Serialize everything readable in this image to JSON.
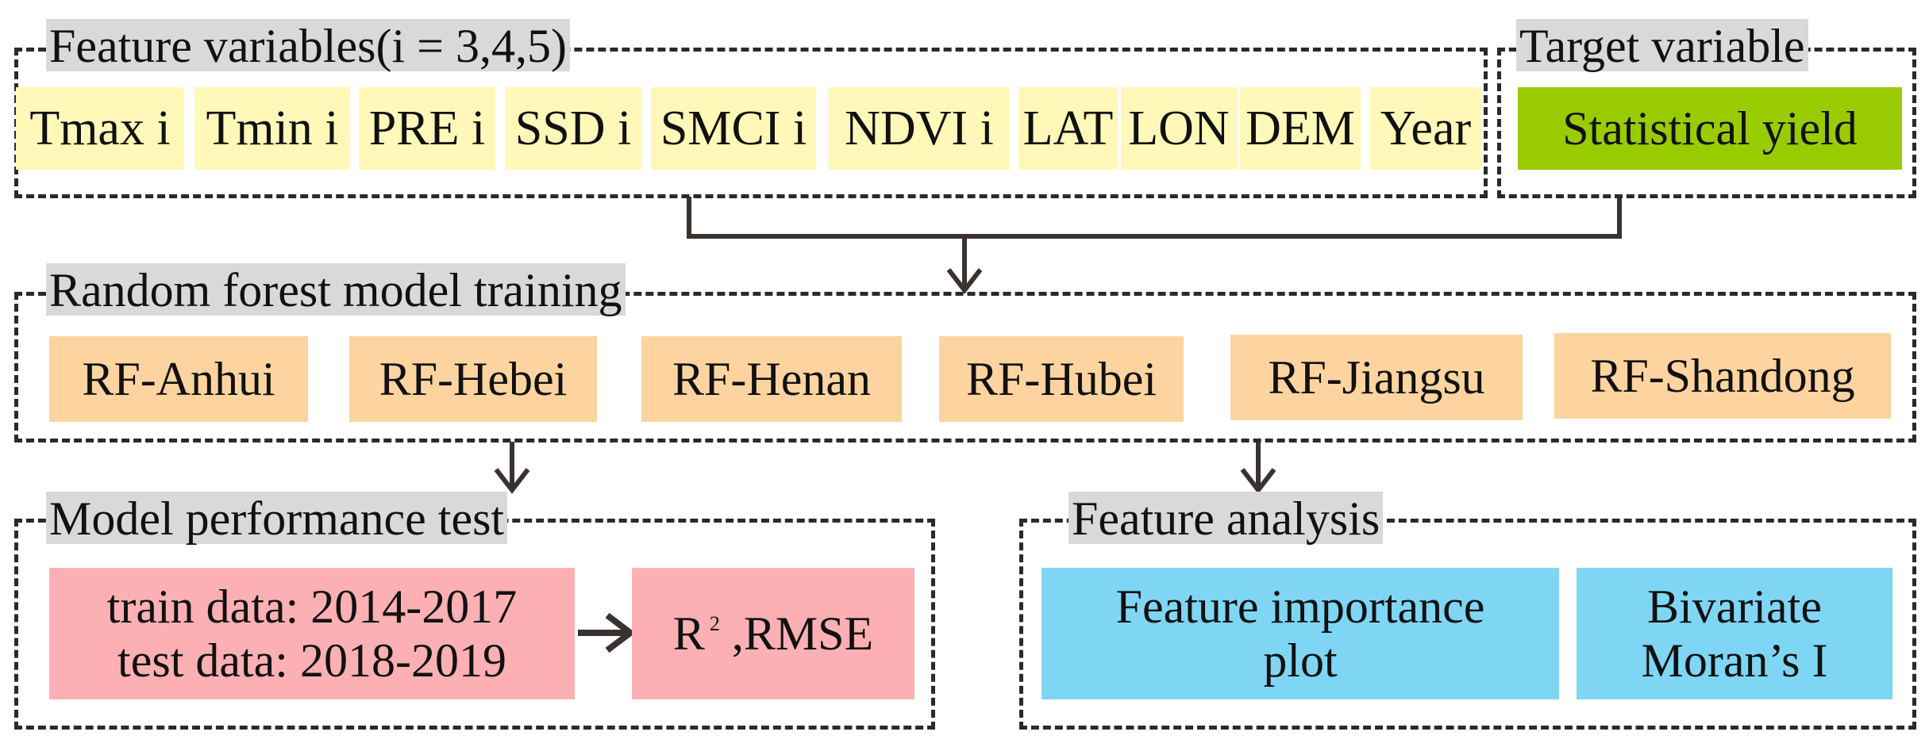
{
  "sections": {
    "features": {
      "title": "Feature variables(i = 3,4,5)",
      "items": [
        "Tmax i",
        "Tmin i",
        "PRE i",
        "SSD i",
        "SMCI i",
        "NDVI i",
        "LAT",
        "LON",
        "DEM",
        "Year"
      ]
    },
    "target": {
      "title": "Target variable",
      "item": "Statistical yield"
    },
    "training": {
      "title": "Random forest model training",
      "items": [
        "RF-Anhui",
        "RF-Hebei",
        "RF-Henan",
        "RF-Hubei",
        "RF-Jiangsu",
        "RF-Shandong"
      ]
    },
    "performance": {
      "title": "Model performance test",
      "data_line1": "train data: 2014-2017",
      "data_line2": "test data: 2018-2019",
      "metric_r": "R",
      "metric_sup": "2",
      "metric_rest": " ,RMSE"
    },
    "analysis": {
      "title": "Feature analysis",
      "importance_line1": "Feature importance",
      "importance_line2": "plot",
      "moran_line1": "Bivariate",
      "moran_line2": "Moran’s I"
    }
  },
  "colors": {
    "feature_fill": "#fff8b8",
    "target_fill": "#99cc00",
    "rf_fill": "#fdd4a0",
    "performance_fill": "#fcb0b4",
    "analysis_fill": "#7fd6f4",
    "title_bg": "#d9d9d9",
    "line": "#3a3230"
  }
}
